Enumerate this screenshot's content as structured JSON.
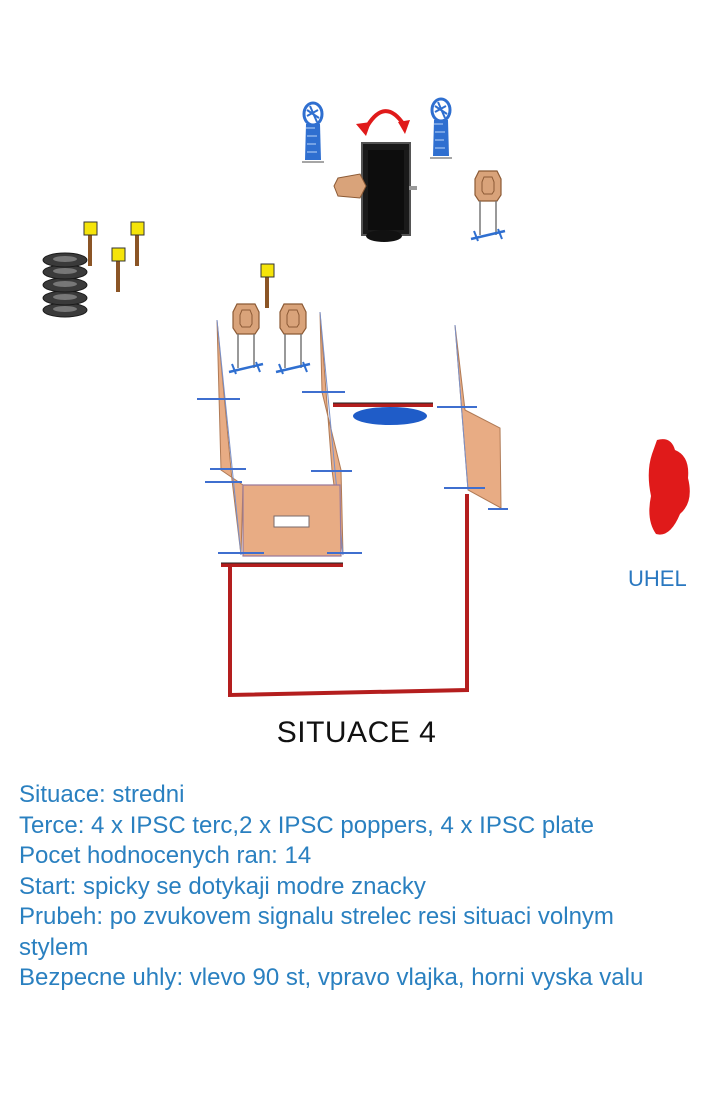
{
  "title": "SITUACE 4",
  "side_label": "UHEL",
  "colors": {
    "text_blue": "#2a80c0",
    "wall_red": "#b41e1e",
    "panel_tan": "#e8ac84",
    "marker_blue": "#1f5cc8",
    "flag_red": "#e01a1a"
  },
  "description": {
    "situace": "Situace: stredni",
    "terce": "Terce: 4 x IPSC terc,2 x IPSC poppers, 4 x IPSC plate",
    "pocet": "Pocet hodnocenych ran: 14",
    "start": "Start: spicky se dotykaji modre znacky",
    "prubeh": "Prubeh: po zvukovem signalu strelec resi situaci volnym stylem",
    "bezpecne": "Bezpecne uhly: vlevo 90 st, vpravo vlajka, horni vyska valu"
  },
  "icons": [
    "ipsc-popper-icon",
    "rotating-target-icon",
    "rotation-arrow-icon",
    "ipsc-target-icon",
    "ipsc-plate-icon",
    "tires-icon",
    "wall-panel-icon",
    "window-panel-icon",
    "start-marker-icon",
    "safety-flag-icon"
  ]
}
